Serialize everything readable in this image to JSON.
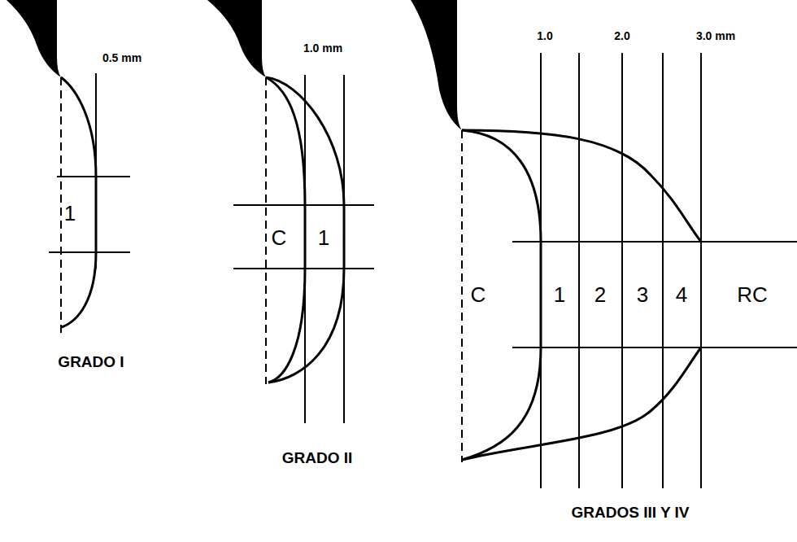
{
  "diagram": {
    "labels": [
      "0.5 mm",
      "1",
      "GRADO I",
      "1.0 mm",
      "C",
      "1",
      "GRADO II",
      "1.0",
      "2.0",
      "3.0 mm",
      "C",
      "1",
      "2",
      "3",
      "4",
      "RC",
      "GRADOS III Y IV"
    ]
  }
}
